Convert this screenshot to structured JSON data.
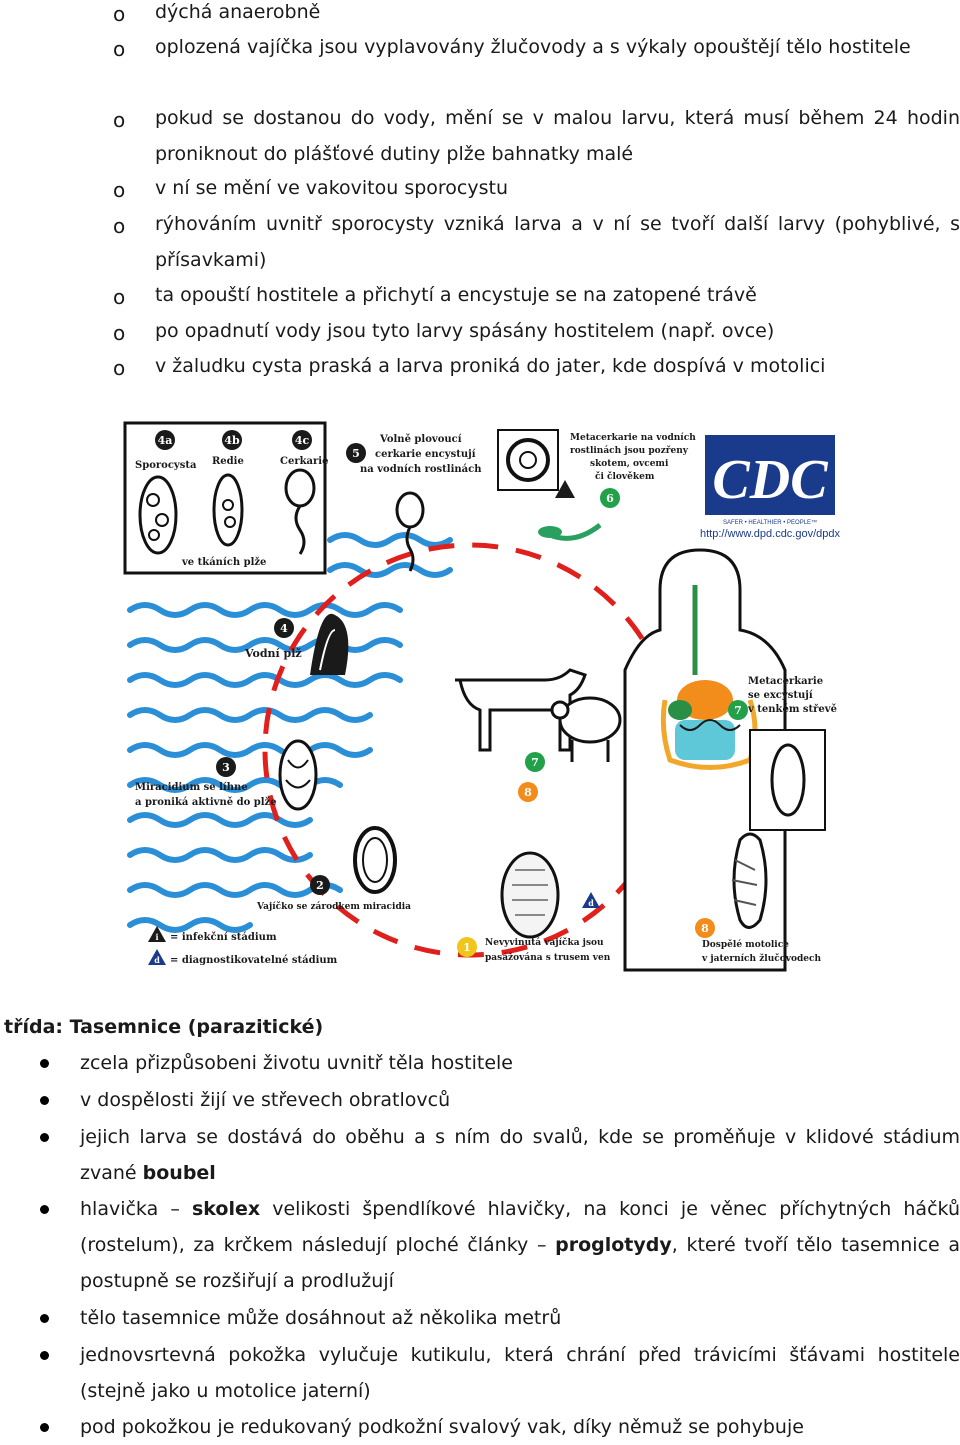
{
  "o_list": [
    "dýchá anaerobně",
    "oplozená vajíčka jsou vyplavovány žlučovody a s výkaly opouštějí tělo hostitele",
    "pokud se dostanou do vody, mění se v malou larvu, která musí během 24 hodin proniknout do plášťové dutiny plže bahnatky malé",
    "v ní se mění ve vakovitou sporocystu",
    "rýhováním uvnitř sporocysty vzniká larva a v ní se tvoří další larvy (pohyblivé, s přísavkami)",
    "ta opouští hostitele a přichytí a encystuje se na zatopené trávě",
    "po opadnutí vody jsou tyto larvy spásány hostitelem (např. ovce)",
    "v žaludku cysta praská a larva proniká do jater, kde dospívá v motolici"
  ],
  "figure": {
    "stage_4a": "4a",
    "stage_4b": "4b",
    "stage_4c": "4c",
    "label_sporocysta": "Sporocysta",
    "label_redie": "Redie",
    "label_cerkarie": "Cerkarie",
    "label_ve_tkanich": "ve tkáních plže",
    "stage_5": "5",
    "label_cerkarie_volne": [
      "Volně plovoucí",
      "cerkarie encystují",
      "na vodních rostlinách"
    ],
    "label_metacerkarie_rostliny": [
      "Metacerkarie na vodních",
      "rostlinách jsou pozřeny",
      "skotem, ovcemi",
      "či člověkem"
    ],
    "stage_6": "6",
    "cdc_logo": "CDC",
    "cdc_slogan": "SAFER • HEALTHIER • PEOPLE™",
    "cdc_url": "http://www.dpd.cdc.gov/dpdx",
    "stage_4": "4",
    "label_vodni_plz": "Vodní plž",
    "label_metacerkarie_strevo": [
      "Metacerkarie",
      "se excystují",
      "v tenkém střevě"
    ],
    "stage_7": "7",
    "stage_3": "3",
    "label_miracidium": [
      "Miracidium se líhne",
      "a proniká aktivně do plže"
    ],
    "stage_8": "8",
    "stage_2": "2",
    "label_vajicko": "Vajíčko se zárodkem miracidia",
    "stage_d": "d",
    "stage_i": "i",
    "stage_1": "1",
    "label_nevyvinuta": [
      "Nevyvinutá vajíčka jsou",
      "pasážována s trusem ven"
    ],
    "label_dospele": [
      "Dospělé motolice",
      "v jaterních žlučovodech"
    ],
    "legend_infekcni": "= infekční stádium",
    "legend_diagnosticke": "= diagnostikovatelné stádium",
    "colors": {
      "arrow_red": "#e0201c",
      "water_blue": "#2a8fd6",
      "cdc_blue": "#1a3b8c",
      "badge_green": "#22a04a"
    }
  },
  "section": {
    "heading": "třída: Tasemnice (parazitické)",
    "b1": "zcela přizpůsobeni životu uvnitř těla hostitele",
    "b2": "v dospělosti žijí ve střevech obratlovců",
    "b3a": "jejich larva se dostává do oběhu a s ním do svalů, kde se proměňuje v klidové stádium zvané",
    "b3b": "boubel",
    "b4a": "hlavička –",
    "b4b": "skolex",
    "b4c": "velikosti špendlíkové hlavičky, na konci je věnec příchytných háčků (rostelum), za krčkem následují ploché články –",
    "b4d": "proglotydy",
    "b4e": ", které tvoří tělo tasemnice a postupně se rozšiřují a prodlužují",
    "b5": "tělo tasemnice může dosáhnout až několika metrů",
    "b6": "jednovsrtevná pokožka vylučuje kutikulu, která chrání před trávicími šťávami hostitele (stejně jako u motolice jaterní)",
    "b7": "pod pokožkou je redukovaný podkožní svalový vak, díky němuž se pohybuje"
  }
}
